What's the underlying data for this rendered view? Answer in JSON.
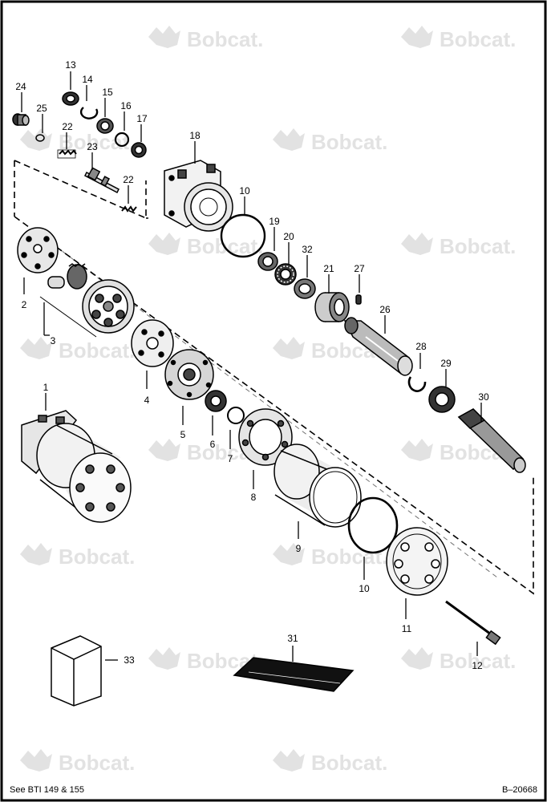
{
  "watermark": {
    "text": "Bobcat."
  },
  "callouts": [
    {
      "id": "c1",
      "text": "1"
    },
    {
      "id": "c2",
      "text": "2"
    },
    {
      "id": "c3",
      "text": "3"
    },
    {
      "id": "c4",
      "text": "4"
    },
    {
      "id": "c5",
      "text": "5"
    },
    {
      "id": "c6",
      "text": "6"
    },
    {
      "id": "c7",
      "text": "7"
    },
    {
      "id": "c8",
      "text": "8"
    },
    {
      "id": "c9",
      "text": "9"
    },
    {
      "id": "c10a",
      "text": "10"
    },
    {
      "id": "c10b",
      "text": "10"
    },
    {
      "id": "c11",
      "text": "11"
    },
    {
      "id": "c12",
      "text": "12"
    },
    {
      "id": "c13",
      "text": "13"
    },
    {
      "id": "c14",
      "text": "14"
    },
    {
      "id": "c15",
      "text": "15"
    },
    {
      "id": "c16",
      "text": "16"
    },
    {
      "id": "c17",
      "text": "17"
    },
    {
      "id": "c18",
      "text": "18"
    },
    {
      "id": "c19",
      "text": "19"
    },
    {
      "id": "c20",
      "text": "20"
    },
    {
      "id": "c21",
      "text": "21"
    },
    {
      "id": "c22a",
      "text": "22"
    },
    {
      "id": "c22b",
      "text": "22"
    },
    {
      "id": "c23",
      "text": "23"
    },
    {
      "id": "c24",
      "text": "24"
    },
    {
      "id": "c25",
      "text": "25"
    },
    {
      "id": "c26",
      "text": "26"
    },
    {
      "id": "c27",
      "text": "27"
    },
    {
      "id": "c28",
      "text": "28"
    },
    {
      "id": "c29",
      "text": "29"
    },
    {
      "id": "c30",
      "text": "30"
    },
    {
      "id": "c31",
      "text": "31"
    },
    {
      "id": "c32",
      "text": "32"
    },
    {
      "id": "c33",
      "text": "33"
    }
  ],
  "footer": {
    "reference": "See BTI 149 & 155",
    "figure_code": "B–20668"
  }
}
